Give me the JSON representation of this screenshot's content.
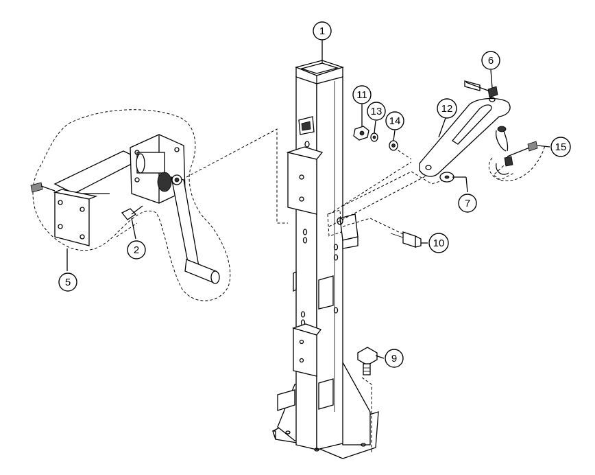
{
  "callouts": [
    {
      "id": "1",
      "label": "1"
    },
    {
      "id": "2",
      "label": "2"
    },
    {
      "id": "5",
      "label": "5"
    },
    {
      "id": "6",
      "label": "6"
    },
    {
      "id": "7",
      "label": "7"
    },
    {
      "id": "9",
      "label": "9"
    },
    {
      "id": "10",
      "label": "10"
    },
    {
      "id": "11",
      "label": "11"
    },
    {
      "id": "12",
      "label": "12"
    },
    {
      "id": "13",
      "label": "13"
    },
    {
      "id": "14",
      "label": "14"
    },
    {
      "id": "15",
      "label": "15"
    }
  ]
}
